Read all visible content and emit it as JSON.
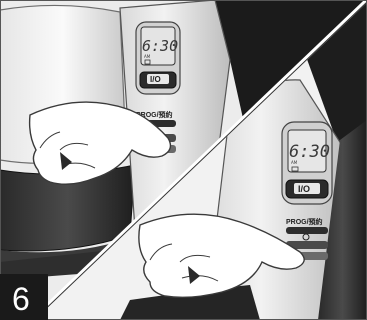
{
  "illustration": {
    "step_number": "6",
    "panel_top": {
      "display_time": "6:30",
      "display_am": "AM",
      "power_button_label": "I/O",
      "prog_label": "PROG/預約"
    },
    "panel_bottom": {
      "display_time": "6:30",
      "display_am": "AM",
      "power_button_label": "I/O",
      "prog_label": "PROG/預約"
    }
  }
}
